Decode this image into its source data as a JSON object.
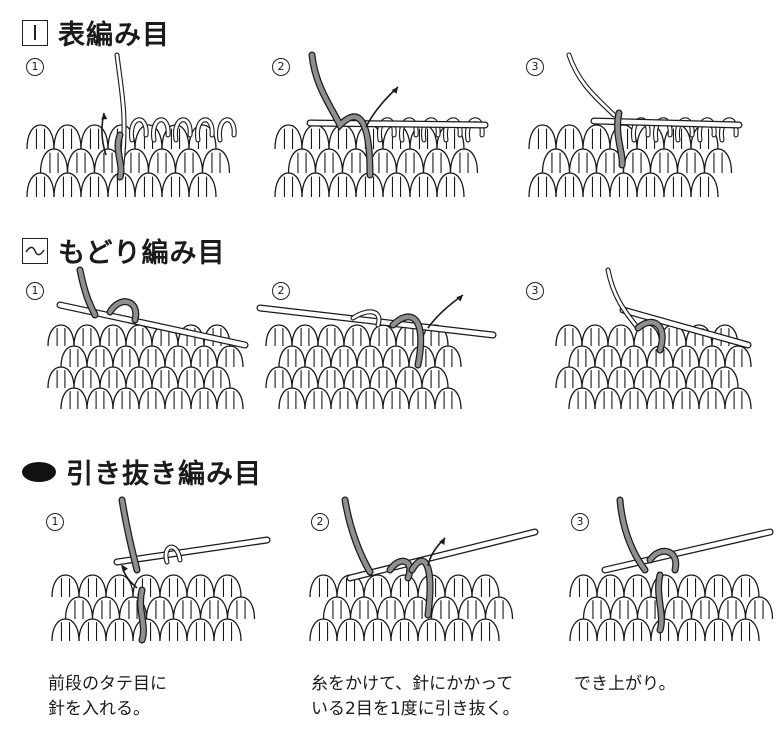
{
  "sections": [
    {
      "title": "表編み目",
      "symbol": "vertical-bar-in-box",
      "steps": [
        "1",
        "2",
        "3"
      ]
    },
    {
      "title": "もどり編み目",
      "symbol": "wave-in-box",
      "steps": [
        "1",
        "2",
        "3"
      ]
    },
    {
      "title": "引き抜き編み目",
      "symbol": "filled-oval",
      "steps": [
        "1",
        "2",
        "3"
      ],
      "captions": [
        "前段のタテ目に\n針を入れる。",
        "糸をかけて、針にかかって\nいる2目を1度に引き抜く。",
        "でき上がり。"
      ]
    }
  ],
  "colors": {
    "ink": "#1a1a1a",
    "yarn_highlight": "#8f8f8f",
    "fabric_fill": "#ffffff"
  }
}
